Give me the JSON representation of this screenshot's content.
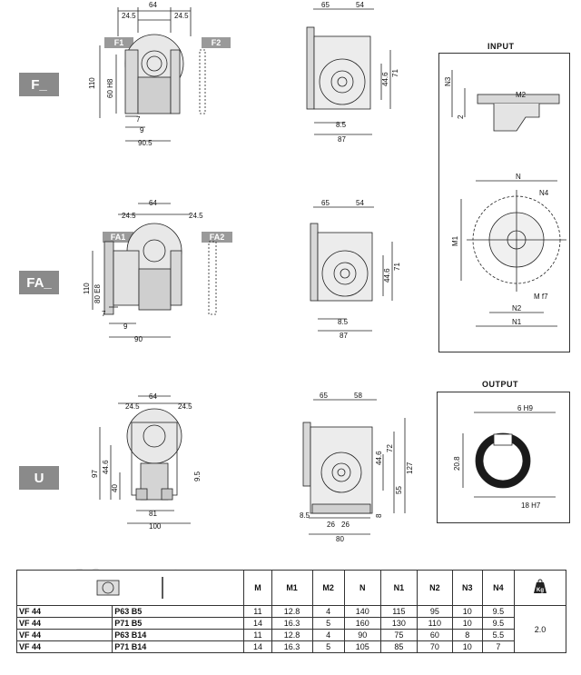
{
  "modes": {
    "f": "F_",
    "fa": "FA_",
    "u": "U"
  },
  "tags": {
    "f1": "F1",
    "f2": "F2",
    "fa1": "FA1",
    "fa2": "FA2"
  },
  "panels": {
    "input_title": "INPUT",
    "output_title": "OUTPUT"
  },
  "dims_f_front": {
    "d1": "24.5",
    "d2": "64",
    "d3": "24.5",
    "d4": "110",
    "d5": "60 H8",
    "d6": "7",
    "d7": "9",
    "d8": "90.5"
  },
  "dims_f_side": {
    "d1": "65",
    "d2": "54",
    "d3": "44.6",
    "d4": "71",
    "d5": "8.5",
    "d6": "87"
  },
  "dims_fa_front": {
    "d1": "24.5",
    "d2": "64",
    "d3": "24.5",
    "d4": "110",
    "d5": "80 E8",
    "d6": "7",
    "d7": "9",
    "d8": "90"
  },
  "dims_fa_side": {
    "d1": "65",
    "d2": "54",
    "d3": "44.6",
    "d4": "71",
    "d5": "8.5",
    "d6": "87"
  },
  "dims_u_front": {
    "d1": "24.5",
    "d2": "64",
    "d3": "24.5",
    "d4": "97",
    "d5": "44.6",
    "d6": "40",
    "d7": "9.5",
    "d8": "81",
    "d9": "100"
  },
  "dims_u_side": {
    "d1": "65",
    "d2": "58",
    "d3": "72",
    "d4": "127",
    "d5": "44.6",
    "d6": "55",
    "d7": "8",
    "d8": "8.5",
    "d9": "26",
    "d10": "26",
    "d11": "80"
  },
  "input_dims": {
    "n3": "N3",
    "two": "2",
    "n": "N",
    "m2": "M2",
    "m1": "M1",
    "n4": "N4",
    "mfr": "M f7",
    "n2": "N2",
    "n1": "N1"
  },
  "output_dims": {
    "key": "6 H9",
    "shaft": "20.8",
    "bore": "18 H7"
  },
  "watermark": "tdfavorit.com.ua",
  "table": {
    "headers": [
      "",
      "M",
      "M1",
      "M2",
      "N",
      "N1",
      "N2",
      "N3",
      "N4"
    ],
    "weight_header_icon": "kg-weight-icon",
    "weight_header_text": "Kg",
    "weight_value": "2.0",
    "rows": [
      [
        "VF 44",
        "P63 B5",
        "11",
        "12.8",
        "4",
        "140",
        "115",
        "95",
        "10",
        "9.5"
      ],
      [
        "VF 44",
        "P71 B5",
        "14",
        "16.3",
        "5",
        "160",
        "130",
        "110",
        "10",
        "9.5"
      ],
      [
        "VF 44",
        "P63 B14",
        "11",
        "12.8",
        "4",
        "90",
        "75",
        "60",
        "8",
        "5.5"
      ],
      [
        "VF 44",
        "P71 B14",
        "14",
        "16.3",
        "5",
        "105",
        "85",
        "70",
        "10",
        "7"
      ]
    ]
  }
}
